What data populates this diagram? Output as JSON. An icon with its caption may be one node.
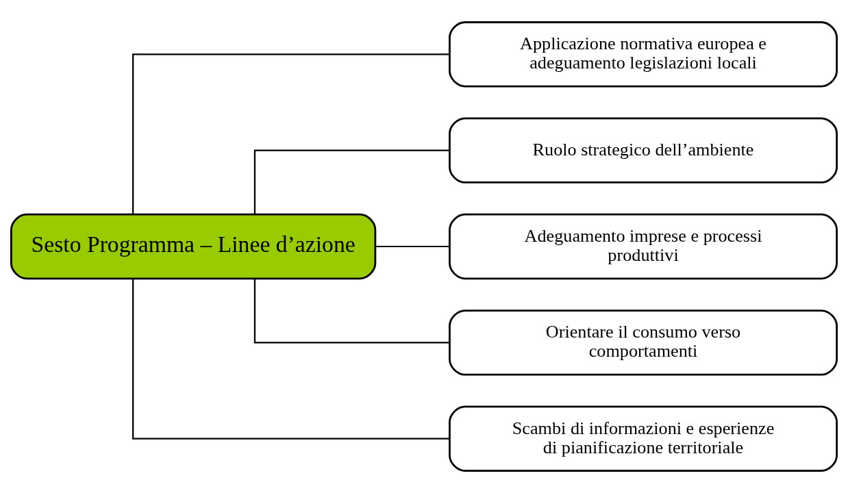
{
  "diagram": {
    "nodes": [
      {
        "text": [
          "Sesto Programma – Linee d’azione"
        ]
      },
      {
        "text": [
          "Applicazione normativa europea e adeguamento legislazioni locali"
        ]
      },
      {
        "text": [
          "Ruolo strategico dell’ambiente"
        ]
      },
      {
        "text": [
          "Adeguamento imprese e processi produttivi"
        ]
      },
      {
        "text": [
          "Orientare il consumo verso comportamenti"
        ]
      },
      {
        "text": [
          "Scambi di informazioni e esperienze di pianificazione territoriale"
        ]
      }
    ],
    "edges": [
      {
        "from": 0,
        "to": 1,
        "arrow": "none"
      },
      {
        "from": 0,
        "to": 2,
        "arrow": "none"
      },
      {
        "from": 0,
        "to": 3,
        "arrow": "none"
      },
      {
        "from": 0,
        "to": 4,
        "arrow": "none"
      },
      {
        "from": 0,
        "to": 5,
        "arrow": "none"
      }
    ]
  }
}
